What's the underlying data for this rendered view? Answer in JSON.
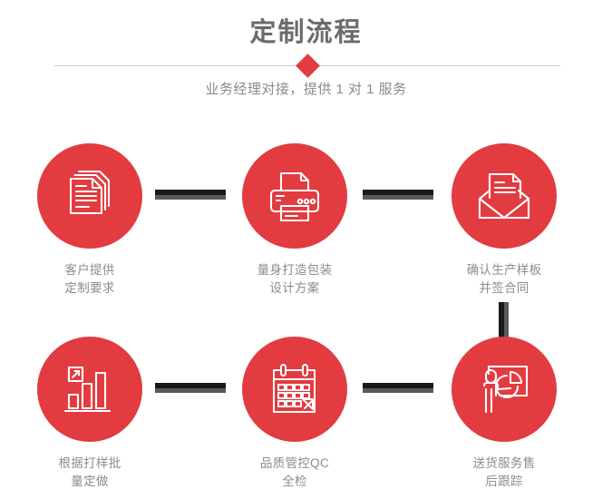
{
  "header": {
    "title": "定制流程",
    "subtitle": "业务经理对接，提供 1 对 1 服务",
    "diamond_color": "#e23b40",
    "line_color": "#cfcfcf",
    "title_color": "#6b6b6b",
    "subtitle_color": "#8a8a8a"
  },
  "theme": {
    "accent_red": "#e23b40",
    "connector_dark": "#1a1a1a",
    "connector_shadow": "#595959",
    "label_color": "#8c8c8c",
    "background": "#ffffff"
  },
  "flow": {
    "steps": [
      {
        "index": "1",
        "icon": "documents-icon",
        "label": "客户提供\n定制要求"
      },
      {
        "index": "2",
        "icon": "printer-icon",
        "label": "量身打造包装\n设计方案"
      },
      {
        "index": "3",
        "icon": "envelope-mail-icon",
        "label": "确认生产样板\n并签合同"
      },
      {
        "index": "4",
        "icon": "bar-chart-growth-icon",
        "label": "根据打样批\n量定做"
      },
      {
        "index": "5",
        "icon": "calendar-check-icon",
        "label": "品质管控QC\n全检"
      },
      {
        "index": "6",
        "icon": "presenter-pie-chart-icon",
        "label": "送货服务售\n后跟踪"
      }
    ],
    "connectors": [
      {
        "name": "connector-step1-step2",
        "orientation": "horizontal"
      },
      {
        "name": "connector-step2-step3",
        "orientation": "horizontal"
      },
      {
        "name": "connector-step3-step6",
        "orientation": "vertical"
      },
      {
        "name": "connector-step4-step5",
        "orientation": "horizontal"
      },
      {
        "name": "connector-step5-step6",
        "orientation": "horizontal"
      }
    ]
  }
}
